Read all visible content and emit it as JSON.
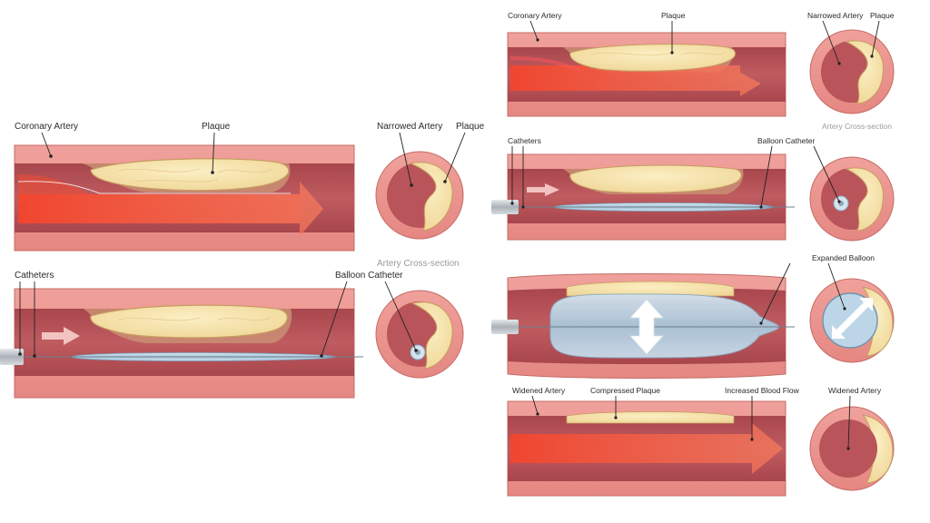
{
  "labels": {
    "coronary_artery": "Coronary Artery",
    "plaque": "Plaque",
    "narrowed_artery": "Narrowed Artery",
    "artery_cross_section": "Artery Cross-section",
    "catheters": "Catheters",
    "balloon_catheter": "Balloon Catheter",
    "expanded_balloon": "Expanded Balloon",
    "widened_artery": "Widened Artery",
    "compressed_plaque": "Compressed Plaque",
    "increased_blood_flow": "Increased Blood Flow"
  },
  "colors": {
    "vessel_wall": "#e8908c",
    "vessel_wall_edge": "#b45a58",
    "lumen": "#b85358",
    "lumen_dark": "#9a3f46",
    "plaque": "#f3dfa4",
    "plaque_edge": "#c9a25e",
    "plaque_base": "#c78e72",
    "blood_flow": "#f05a3c",
    "balloon": "#bcd4e4",
    "catheter": "#c8cdd2"
  }
}
